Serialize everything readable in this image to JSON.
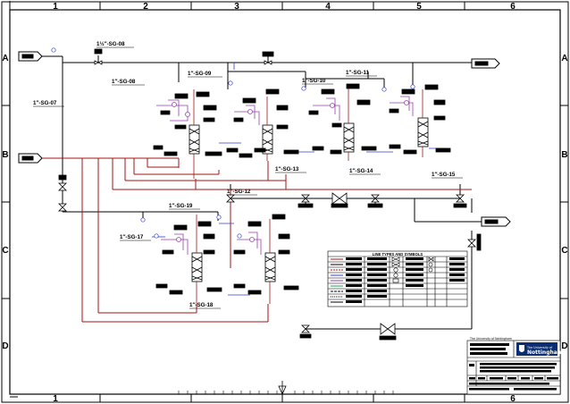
{
  "grid": {
    "columns": [
      "1",
      "2",
      "3",
      "4",
      "5",
      "6"
    ],
    "rows": [
      "A",
      "B",
      "C",
      "D"
    ]
  },
  "line_tags": {
    "sg08": "1½″-SG-08",
    "sg07": "1″-SG-07",
    "sg09": "1″-SG-09",
    "sg08b": "1″-SG-08",
    "sg10": "1″-SG-10",
    "sg11": "1″-SG-11",
    "sg13": "1″-SG-13",
    "sg14": "1″-SG-14",
    "sg15": "1″-SG-15",
    "sg12": "1″-SG-12",
    "sg19": "1″-SG-19",
    "sg17": "1″-SG-17",
    "sg18": "1″-SG-18"
  },
  "legend": {
    "title": "LINE TYPES AND SYMBOLS"
  },
  "title_block": {
    "institution": "The University of Nottingham",
    "logo_word_small": "The University of",
    "logo_word_large": "Nottingham"
  },
  "colors": {
    "process_line": "#a31515",
    "signal_line": "#2f3bd6",
    "instrument_line": "#9b3fb0",
    "drawing_line": "#000000",
    "tag_fill": "#000000"
  }
}
